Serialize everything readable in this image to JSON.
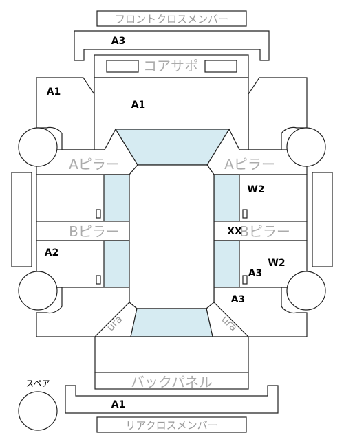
{
  "labels": {
    "front_cross_member": "フロントクロスメンバー",
    "core_support": "コアサポ",
    "a_pillar_left": "Aピラー",
    "a_pillar_right": "Aピラー",
    "b_pillar_left": "Bピラー",
    "b_pillar_right": "Bピラー",
    "back_panel": "バックパネル",
    "rear_cross_member": "リアクロスメンバー",
    "spare": "スペア",
    "trunk_left": "ura",
    "trunk_right": "ura"
  },
  "grades": {
    "front_cross_member": "A3",
    "left_front_fender": "A1",
    "hood": "A1",
    "right_front_door": "W2",
    "right_center": "XX",
    "left_rear_door": "A2",
    "right_rear_door": "W2",
    "right_rear_door_2": "A3",
    "right_rear_fender": "A3",
    "rear_cross_member": "A1"
  }
}
